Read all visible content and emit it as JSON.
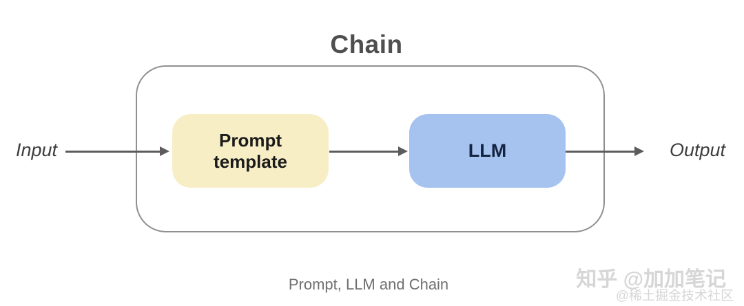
{
  "diagram": {
    "title": "Chain",
    "input_label": "Input",
    "output_label": "Output",
    "nodes": [
      {
        "id": "prompt-template",
        "label": "Prompt template",
        "fill": "#F8EEC5"
      },
      {
        "id": "llm",
        "label": "LLM",
        "fill": "#A5C3EE"
      }
    ],
    "caption": "Prompt, LLM and Chain"
  },
  "watermark": {
    "line1": "知乎 @加加笔记",
    "line2": "@稀土掘金技术社区"
  },
  "colors": {
    "container_border": "#8f8f8f",
    "arrow": "#5c5c5c",
    "title_text": "#4f4f4f",
    "io_label_text": "#3d3d3d",
    "prompt_box_fill": "#F8EEC5",
    "llm_box_fill": "#A5C3EE",
    "caption_text": "#6f6f6f",
    "watermark_text": "#d6d6d6"
  }
}
